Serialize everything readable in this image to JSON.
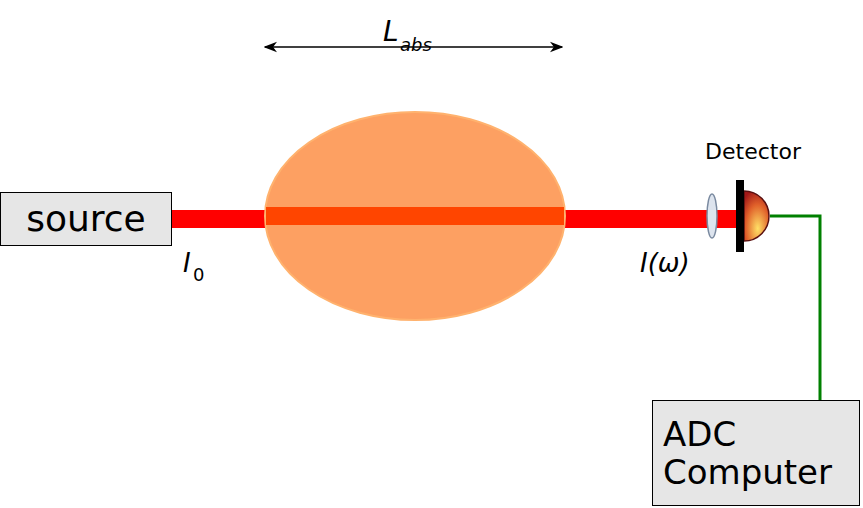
{
  "diagram": {
    "nodes": [
      {
        "text": [
          "source"
        ]
      },
      {
        "text": [
          "Detector"
        ]
      },
      {
        "text": [
          "ADC Computer"
        ]
      }
    ],
    "edges": [
      {
        "from": 0,
        "to": 1,
        "arrow": "none"
      },
      {
        "from": 1,
        "to": 2,
        "arrow": "none"
      }
    ],
    "labels": [
      "L",
      "abs",
      "I",
      "0",
      "I(ω)"
    ]
  }
}
